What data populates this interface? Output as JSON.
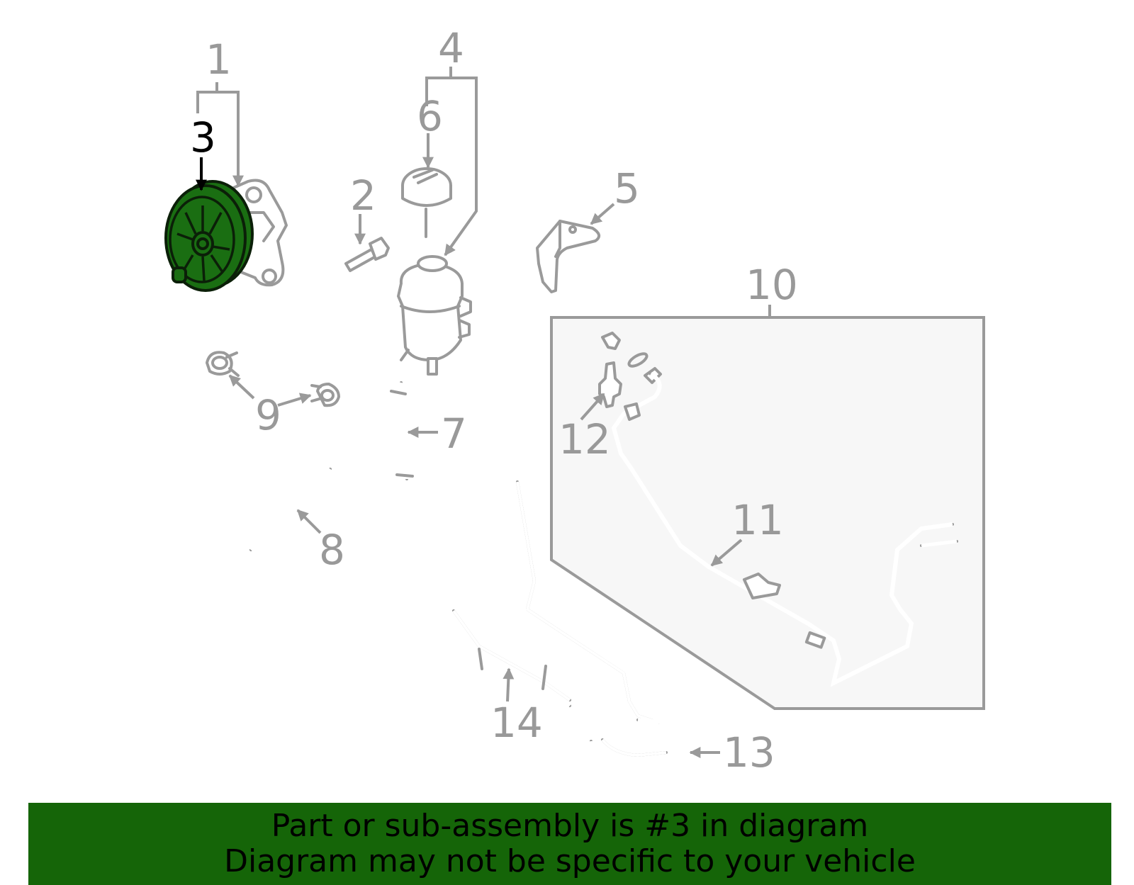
{
  "callouts": {
    "c1": "1",
    "c2": "2",
    "c3": "3",
    "c4": "4",
    "c5": "5",
    "c6": "6",
    "c7": "7",
    "c8": "8",
    "c9": "9",
    "c10": "10",
    "c11": "11",
    "c12": "12",
    "c13": "13",
    "c14": "14"
  },
  "highlight": {
    "part_number": "3",
    "color": "#1a6e12"
  },
  "banner": {
    "line1": "Part or sub-assembly is #3 in diagram",
    "line2": "Diagram may not be specific to your vehicle",
    "background": "#156508"
  }
}
